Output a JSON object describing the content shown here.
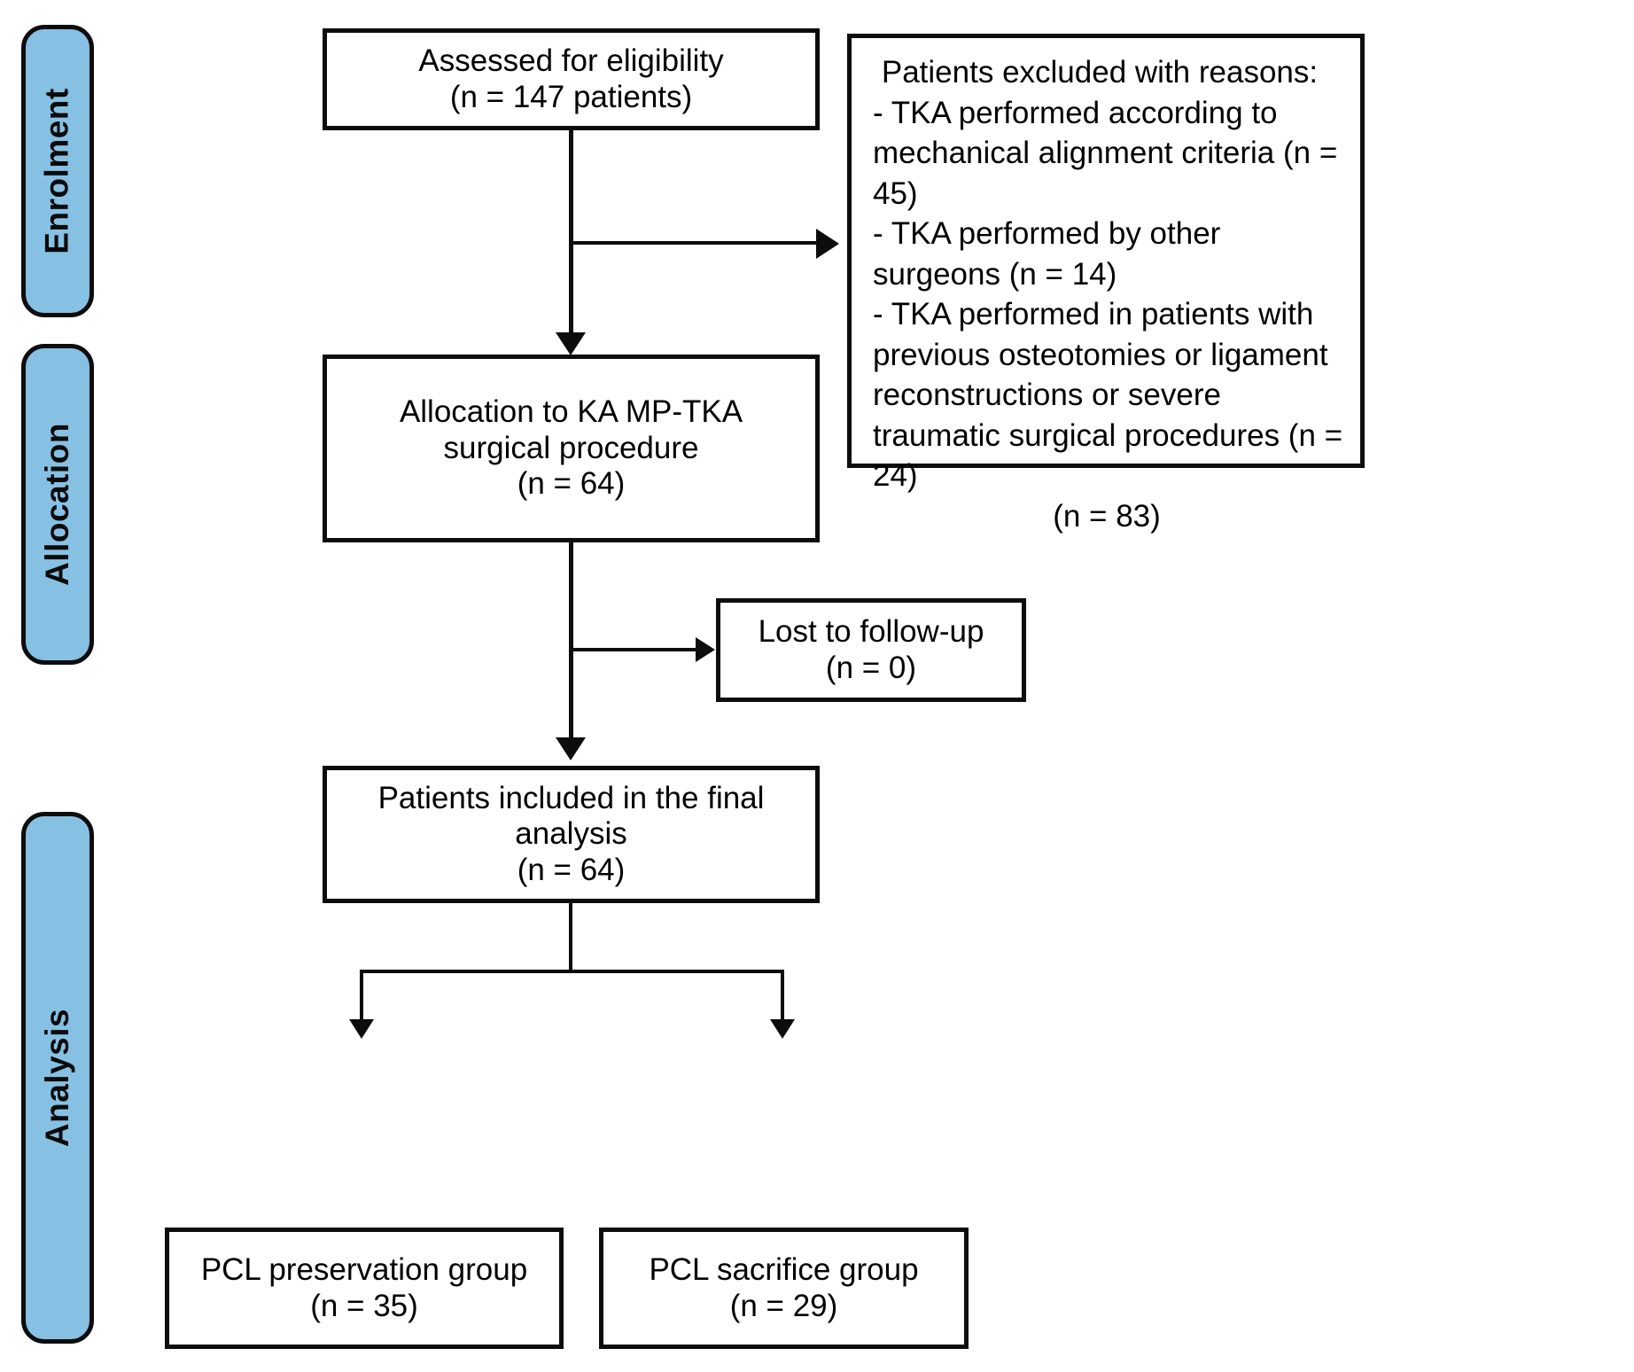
{
  "diagram": {
    "type": "consort-flow-diagram",
    "accent_color": "#86C1E4",
    "line_color": "#0d0d0d",
    "background_color": "#ffffff",
    "phases": [
      {
        "id": "enrolment",
        "label": "Enrolment"
      },
      {
        "id": "allocation",
        "label": "Allocation"
      },
      {
        "id": "analysis",
        "label": "Analysis"
      }
    ],
    "boxes": {
      "assessed": {
        "title": "Assessed for eligibility",
        "count": "(n = 147 patients)"
      },
      "excluded": {
        "heading": "Patients excluded with reasons:",
        "reasons": [
          "- TKA performed according to mechanical alignment criteria (n = 45)",
          "- TKA performed by other surgeons (n = 14)",
          "- TKA performed in patients with previous osteotomies or ligament reconstructions or severe traumatic surgical procedures (n = 24)"
        ],
        "total": "(n = 83)"
      },
      "allocation": {
        "line1": "Allocation to KA MP-TKA",
        "line2": "surgical procedure",
        "count": "(n = 64)"
      },
      "lost_to_followup": {
        "title": "Lost to follow-up",
        "count": "(n = 0)"
      },
      "final_analysis": {
        "line1": "Patients included in the final",
        "line2": "analysis",
        "count": "(n = 64)"
      },
      "pcl_preservation": {
        "title": "PCL preservation group",
        "count": "(n = 35)"
      },
      "pcl_sacrifice": {
        "title": "PCL sacrifice group",
        "count": "(n = 29)"
      }
    }
  }
}
